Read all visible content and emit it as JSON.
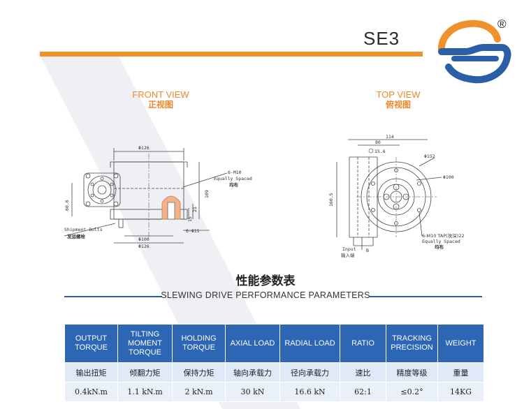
{
  "header": {
    "title": "SE3",
    "registered_mark": "®"
  },
  "colors": {
    "accent_orange": "#f0922b",
    "table_blue": "#2d66b5",
    "logo_blue": "#2a5fa8"
  },
  "front_view": {
    "label_en": "FRONT VIEW",
    "label_cn": "正视图",
    "dims": {
      "top_dia": "Φ126",
      "hole_note_1": "6-M10",
      "hole_note_2": "Equally Spaced",
      "hole_note_cn": "均布",
      "height_60_6": "60.6",
      "height_109": "109",
      "height_15": "15",
      "height_21": "21",
      "hole_dia_11": "6-Φ11",
      "bolts_en": "Shipment Bolts",
      "bolts_cn": "发运螺栓",
      "bottom_dia_100": "Φ100",
      "bottom_dia_126": "Φ126"
    }
  },
  "top_view": {
    "label_en": "TOP VIEW",
    "label_cn": "俯视图",
    "dims": {
      "width_114": "114",
      "width_80": "80",
      "dia_15_6": "15.6",
      "dia_152": "Φ152",
      "dia_100": "Φ100",
      "height_160_5": "160.5",
      "tap_note_1": "6-M10 TAP(攻深)22",
      "tap_note_2": "Equally Spaced",
      "tap_note_cn": "均布",
      "input_en": "Input",
      "input_cn": "输入端",
      "letter_b": "B"
    }
  },
  "parameters": {
    "title_cn": "性能参数表",
    "title_en": "SLEWING DRIVE PERFORMANCE PARAMETERS",
    "headers": [
      [
        "OUTPUT",
        "TORQUE"
      ],
      [
        "TILTING",
        "MOMENT",
        "TORQUE"
      ],
      [
        "HOLDING",
        "TORQUE"
      ],
      [
        "AXIAL LOAD"
      ],
      [
        "RADIAL LOAD"
      ],
      [
        "RATIO"
      ],
      [
        "TRACKING",
        "PRECISION"
      ],
      [
        "WEIGHT"
      ]
    ],
    "cn_row": [
      "输出扭矩",
      "倾翻力矩",
      "保持力矩",
      "轴向承载力",
      "径向承载力",
      "速比",
      "精度等级",
      "重量"
    ],
    "value_row": [
      "0.4kN.m",
      "1.1 kN.m",
      "2 kN.m",
      "30 kN",
      "16.6 kN",
      "62:1",
      "≤0.2°",
      "14KG"
    ]
  }
}
